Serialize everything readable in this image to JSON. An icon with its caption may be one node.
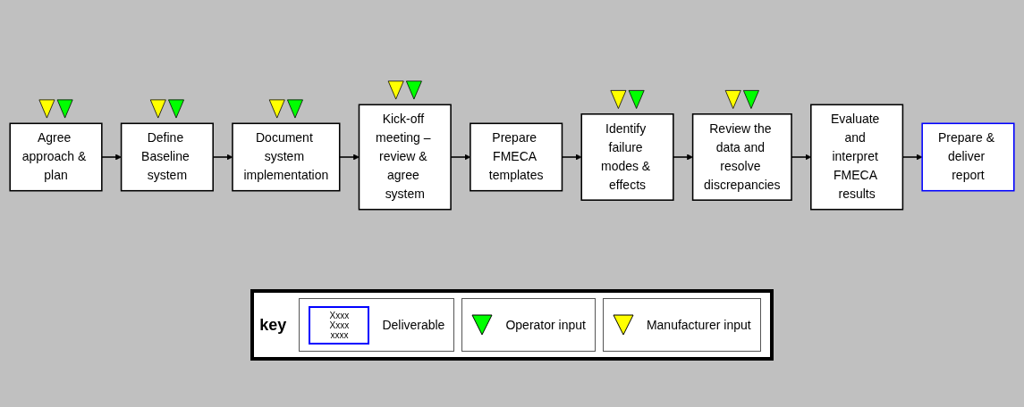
{
  "diagram": {
    "nodes": [
      {
        "text": [
          "Agree approach & plan"
        ]
      },
      {
        "text": [
          "Define Baseline system"
        ]
      },
      {
        "text": [
          "Document system implementation"
        ]
      },
      {
        "text": [
          "Kick-off meeting – review & agree system"
        ]
      },
      {
        "text": [
          "Prepare FMECA templates"
        ]
      },
      {
        "text": [
          "Identify failure modes & effects"
        ]
      },
      {
        "text": [
          "Review the data and resolve discrepancies"
        ]
      },
      {
        "text": [
          "Evaluate and interpret FMECA results"
        ]
      },
      {
        "text": [
          "Prepare & deliver report"
        ]
      }
    ],
    "edges": [
      {
        "from": 0,
        "to": 1,
        "arrow": "to"
      },
      {
        "from": 1,
        "to": 2,
        "arrow": "to"
      },
      {
        "from": 2,
        "to": 3,
        "arrow": "to"
      },
      {
        "from": 3,
        "to": 4,
        "arrow": "to"
      },
      {
        "from": 4,
        "to": 5,
        "arrow": "to"
      },
      {
        "from": 5,
        "to": 6,
        "arrow": "to"
      },
      {
        "from": 6,
        "to": 7,
        "arrow": "to"
      },
      {
        "from": 7,
        "to": 8,
        "arrow": "to"
      }
    ],
    "labels": [
      "key",
      "Xxxx Xxxx xxxx"
    ],
    "legend": [
      {
        "text": "Deliverable"
      },
      {
        "text": "Operator input",
        "color": "#00ff00"
      },
      {
        "text": "Manufacturer input",
        "color": "#ffff00"
      }
    ]
  }
}
